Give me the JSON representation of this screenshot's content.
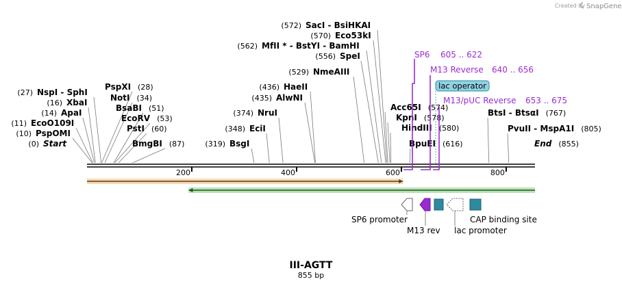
{
  "credit": {
    "prefix": "Created by",
    "brand": "SnapGene"
  },
  "map": {
    "name": "III-AGTT",
    "length_label": "855 bp",
    "length": 855,
    "scale_ticks": [
      "200",
      "400",
      "600",
      "800"
    ],
    "scale_values": [
      200,
      400,
      600,
      800
    ]
  },
  "sites": [
    {
      "pos": 0,
      "pos_label": "(0)",
      "name": "Start",
      "italic": true
    },
    {
      "pos": 10,
      "pos_label": "(10)",
      "name": "PspOMI"
    },
    {
      "pos": 11,
      "pos_label": "(11)",
      "name": "EcoO109I"
    },
    {
      "pos": 14,
      "pos_label": "(14)",
      "name": "ApaI"
    },
    {
      "pos": 16,
      "pos_label": "(16)",
      "name": "XbaI"
    },
    {
      "pos": 27,
      "pos_label": "(27)",
      "name": "NspI  - SphI"
    },
    {
      "pos": 28,
      "pos_label": "(28)",
      "name": "PspXI"
    },
    {
      "pos": 34,
      "pos_label": "(34)",
      "name": "NotI"
    },
    {
      "pos": 51,
      "pos_label": "(51)",
      "name": "BsaBI"
    },
    {
      "pos": 53,
      "pos_label": "(53)",
      "name": "EcoRV"
    },
    {
      "pos": 60,
      "pos_label": "(60)",
      "name": "PstI"
    },
    {
      "pos": 87,
      "pos_label": "(87)",
      "name": "BmgBI"
    },
    {
      "pos": 319,
      "pos_label": "(319)",
      "name": "BsgI"
    },
    {
      "pos": 348,
      "pos_label": "(348)",
      "name": "EciI"
    },
    {
      "pos": 374,
      "pos_label": "(374)",
      "name": "NruI"
    },
    {
      "pos": 435,
      "pos_label": "(435)",
      "name": "AlwNI"
    },
    {
      "pos": 436,
      "pos_label": "(436)",
      "name": "HaeII"
    },
    {
      "pos": 529,
      "pos_label": "(529)",
      "name": "NmeAIII"
    },
    {
      "pos": 556,
      "pos_label": "(556)",
      "name": "SpeI"
    },
    {
      "pos": 562,
      "pos_label": "(562)",
      "name": "MfII * - BstYI  - BamHI"
    },
    {
      "pos": 570,
      "pos_label": "(570)",
      "name": "Eco53kI"
    },
    {
      "pos": 572,
      "pos_label": "(572)",
      "name": "SacI  - BsiHKAI"
    },
    {
      "pos": 574,
      "pos_label": "(574)",
      "name": "Acc65I"
    },
    {
      "pos": 578,
      "pos_label": "(578)",
      "name": "KpnI"
    },
    {
      "pos": 580,
      "pos_label": "(580)",
      "name": "HindIII"
    },
    {
      "pos": 616,
      "pos_label": "(616)",
      "name": "BpuEI"
    },
    {
      "pos": 767,
      "pos_label": "(767)",
      "name": "BtsI  - BtsαI"
    },
    {
      "pos": 805,
      "pos_label": "(805)",
      "name": "PvuII  - MspA1I"
    },
    {
      "pos": 855,
      "pos_label": "(855)",
      "name": "End",
      "italic": true
    }
  ],
  "primers": [
    {
      "name": "SP6",
      "range": "605 .. 622"
    },
    {
      "name": "M13 Reverse",
      "range": "640 .. 656"
    },
    {
      "name": "M13/pUC Reverse",
      "range": "653 .. 675"
    }
  ],
  "operator_label": "lac operator",
  "features": [
    {
      "name": "SP6 promoter"
    },
    {
      "name": "M13 rev"
    },
    {
      "name": "lac promoter"
    },
    {
      "name": "CAP binding site"
    }
  ],
  "orf_bars": [
    {
      "name": "orange-orf-bar",
      "start": 0,
      "end": 603,
      "color": "#e8962e",
      "direction": "forward"
    },
    {
      "name": "green-orf-bar",
      "start": 194,
      "end": 855,
      "color": "#3aa832",
      "direction": "reverse"
    }
  ],
  "colors": {
    "primer": "#9a2bd0",
    "feature_teal": "#2e8a9e",
    "operator_fill": "#8fd3e3",
    "orange": "#e8962e",
    "green": "#3aa832"
  }
}
